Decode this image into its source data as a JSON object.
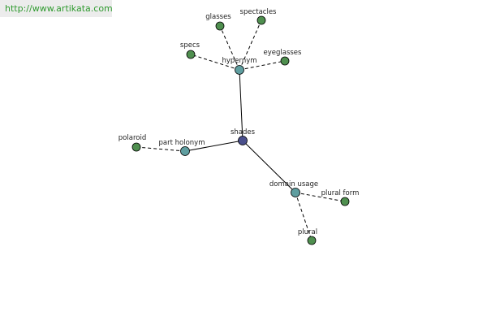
{
  "watermark": {
    "url": "http://www.artikata.com"
  },
  "colors": {
    "root": "#4a4f8c",
    "relation": "#5f9ea0",
    "word": "#4f8f4f",
    "url_text": "#2f9a2f"
  },
  "nodes": [
    {
      "id": "shades",
      "label": "shades",
      "kind": "root"
    },
    {
      "id": "hypernym",
      "label": "hypernym",
      "kind": "relation"
    },
    {
      "id": "part-holonym",
      "label": "part holonym",
      "kind": "relation"
    },
    {
      "id": "domain-usage",
      "label": "domain usage",
      "kind": "relation"
    },
    {
      "id": "glasses",
      "label": "glasses",
      "kind": "word"
    },
    {
      "id": "spectacles",
      "label": "spectacles",
      "kind": "word"
    },
    {
      "id": "specs",
      "label": "specs",
      "kind": "word"
    },
    {
      "id": "eyeglasses",
      "label": "eyeglasses",
      "kind": "word"
    },
    {
      "id": "polaroid",
      "label": "polaroid",
      "kind": "word"
    },
    {
      "id": "plural-form",
      "label": "plural form",
      "kind": "word"
    },
    {
      "id": "plural",
      "label": "plural",
      "kind": "word"
    }
  ],
  "edges": [
    {
      "from": "shades",
      "to": "hypernym",
      "style": "solid"
    },
    {
      "from": "shades",
      "to": "part-holonym",
      "style": "solid"
    },
    {
      "from": "shades",
      "to": "domain-usage",
      "style": "solid"
    },
    {
      "from": "hypernym",
      "to": "glasses",
      "style": "dashed"
    },
    {
      "from": "hypernym",
      "to": "spectacles",
      "style": "dashed"
    },
    {
      "from": "hypernym",
      "to": "specs",
      "style": "dashed"
    },
    {
      "from": "hypernym",
      "to": "eyeglasses",
      "style": "dashed"
    },
    {
      "from": "part-holonym",
      "to": "polaroid",
      "style": "dashed"
    },
    {
      "from": "domain-usage",
      "to": "plural-form",
      "style": "dashed"
    },
    {
      "from": "domain-usage",
      "to": "plural",
      "style": "dashed"
    }
  ]
}
